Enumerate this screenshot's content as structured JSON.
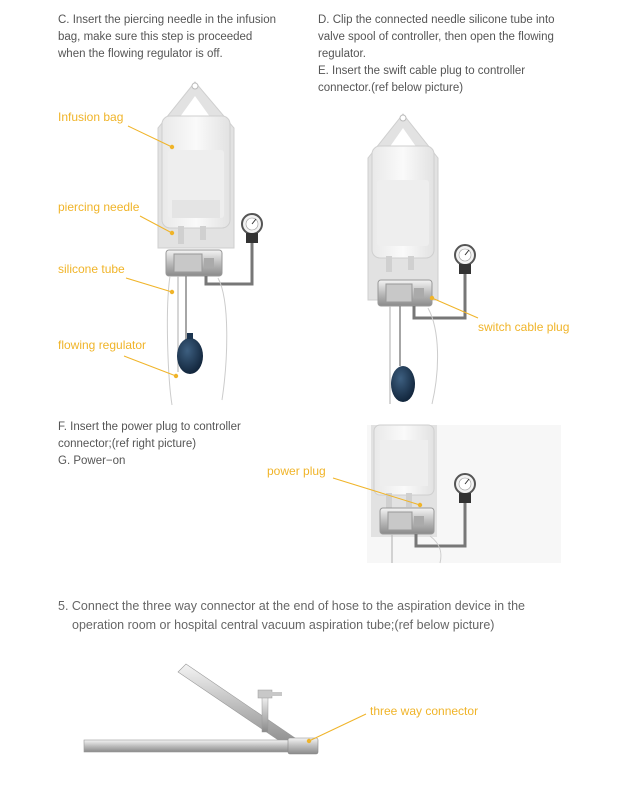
{
  "steps": {
    "c": {
      "lines": [
        "C. Insert the piercing needle in the infusion",
        "bag, make sure this step is proceeded",
        "when the flowing regulator is off."
      ]
    },
    "d": {
      "lines": [
        "D. Clip the connected needle silicone tube into",
        "valve spool of controller, then open the flowing",
        "regulator."
      ]
    },
    "e": {
      "lines": [
        "E. Insert the swift cable plug to controller",
        "connector.(ref below picture)"
      ]
    },
    "f": {
      "lines": [
        "F. Insert the power plug to controller",
        "connector;(ref right picture)"
      ]
    },
    "g": {
      "text": "G. Power−on"
    },
    "step5": {
      "lines": [
        "5. Connect the three way connector at the end of hose to the aspiration device in the",
        "operation room or hospital central vacuum aspiration tube;(ref below picture)"
      ]
    }
  },
  "labels": {
    "infusion_bag": "Infusion bag",
    "piercing_needle": "piercing needle",
    "silicone_tube": "silicone tube",
    "flowing_regulator": "flowing regulator",
    "switch_cable_plug": "switch cable plug",
    "power_plug": "power plug",
    "three_way_connector": "three way connector"
  },
  "colors": {
    "label": "#f0b429",
    "text": "#555555",
    "device_frame": "#d8d8d8",
    "bulb": "#1c3550"
  }
}
